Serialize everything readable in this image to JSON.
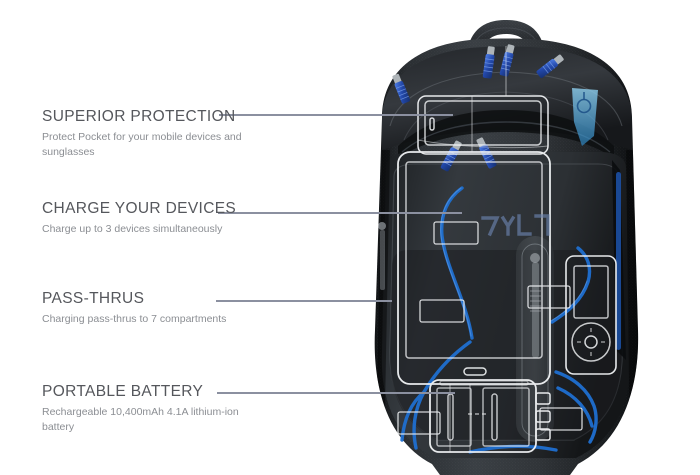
{
  "page": {
    "kind": "product-feature-infographic",
    "background_color": "#ffffff",
    "brand": "TYLT"
  },
  "features": [
    {
      "id": "superior-protection",
      "title": "SUPERIOR PROTECTION",
      "desc": "Protect Pocket for your mobile devices and sunglasses"
    },
    {
      "id": "charge-your-devices",
      "title": "CHARGE YOUR DEVICES",
      "desc": "Charge up to 3 devices simultaneously"
    },
    {
      "id": "pass-thrus",
      "title": "PASS-THRUS",
      "desc": "Charging pass-thrus to 7 compartments"
    },
    {
      "id": "portable-battery",
      "title": "PORTABLE BATTERY",
      "desc": "Rechargeable 10,400mAh 4.1A lithium-ion battery"
    }
  ],
  "product": {
    "name": "backpack-photo",
    "logo_text": "TYLT",
    "colors": {
      "leader_line": "#8b90a0",
      "title_text": "#55575c",
      "desc_text": "#8b8e93",
      "bag_black": "#16181a",
      "bag_dark": "#26292c",
      "bag_mid": "#34383c",
      "accent_blue": "#1f6fd0",
      "zipper_blue": "#2d5ec4",
      "wireframe": "#f2f4f6",
      "logo_blue": "#4a6fa5"
    },
    "overlay_items": [
      "phone-outline",
      "tablet-outline",
      "battery-pack-outline",
      "mp3-player-outline",
      "charging-cables",
      "pass-thru-ports"
    ]
  }
}
